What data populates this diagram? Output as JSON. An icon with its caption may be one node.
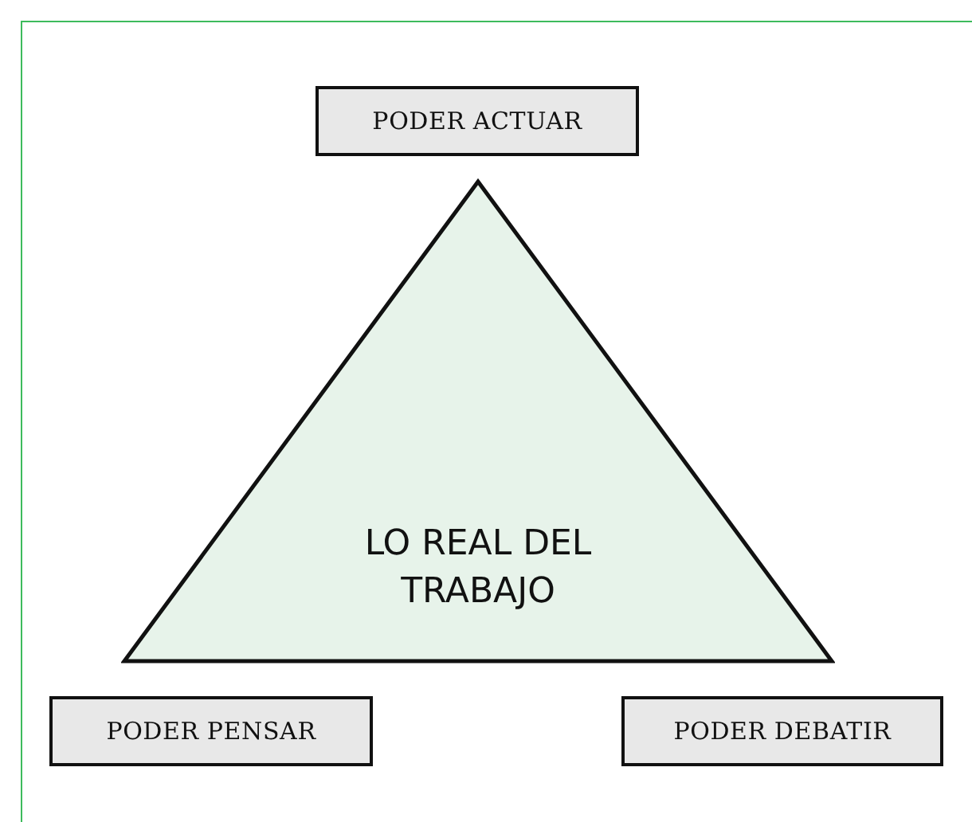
{
  "diagram": {
    "nodes": [
      {
        "text": [
          "PODER ACTUAR"
        ]
      },
      {
        "text": [
          "LO REAL DEL TRABAJO"
        ]
      },
      {
        "text": [
          "PODER PENSAR"
        ]
      },
      {
        "text": [
          "PODER DEBATIR"
        ]
      }
    ]
  }
}
